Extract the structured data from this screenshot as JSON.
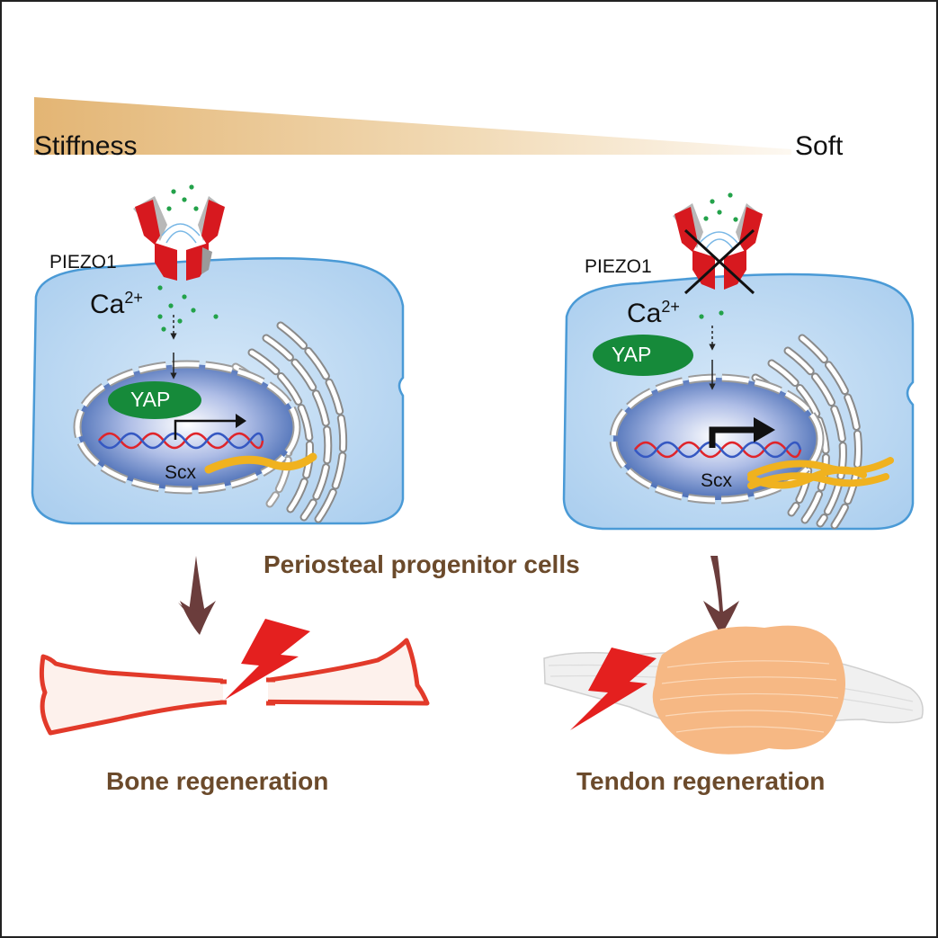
{
  "gradient": {
    "left_label": "Stiffness",
    "right_label": "Soft"
  },
  "left_cell": {
    "channel_label": "PIEZO1",
    "ion_base": "Ca",
    "ion_charge": "2+",
    "protein_label": "YAP",
    "gene_label": "Scx"
  },
  "right_cell": {
    "channel_label": "PIEZO1",
    "ion_base": "Ca",
    "ion_charge": "2+",
    "protein_label": "YAP",
    "gene_label": "Scx"
  },
  "center_label": "Periosteal progenitor cells",
  "outcomes": {
    "left": "Bone regeneration",
    "right": "Tendon regeneration"
  },
  "colors": {
    "cell_fill": "#bfdbf3",
    "cell_stroke": "#4a9ad6",
    "nucleus_core": "#ffffff",
    "nucleus_edge": "#2f58a8",
    "yap_green": "#168a3a",
    "piezo_red": "#d7191f",
    "dna_red": "#e0242a",
    "dna_blue": "#3558c2",
    "scx_gold": "#f0b21f",
    "ca_dots": "#23a24a",
    "gradient_tan": "#e3b574",
    "brown_arrow": "#6b3d3c",
    "bone_outline": "#e23a2a",
    "lightning_red": "#e4201f",
    "tendon_orange": "#f6b884",
    "label_brown": "#6b4a2b"
  }
}
